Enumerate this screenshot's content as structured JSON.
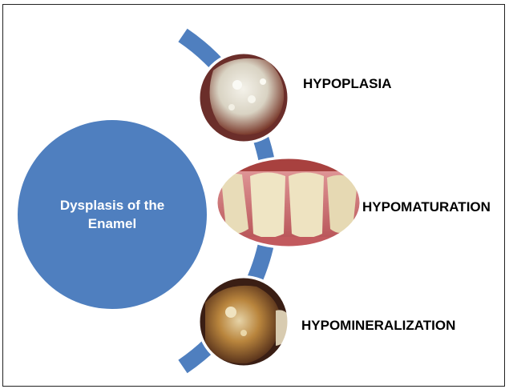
{
  "central_node": {
    "label_line1": "Dysplasis of the",
    "label_line2": "Enamel",
    "color": "#4f7fbf"
  },
  "items": [
    {
      "label": "HYPOPLASIA",
      "photo": "hypoplasia tooth close-up"
    },
    {
      "label": "HYPOMATURATION",
      "photo": "front teeth with gums"
    },
    {
      "label": "HYPOMINERALIZATION",
      "photo": "molar close-up"
    }
  ],
  "colors": {
    "arc": "#4f7fbf",
    "text": "#000000",
    "frame": "#222222"
  }
}
